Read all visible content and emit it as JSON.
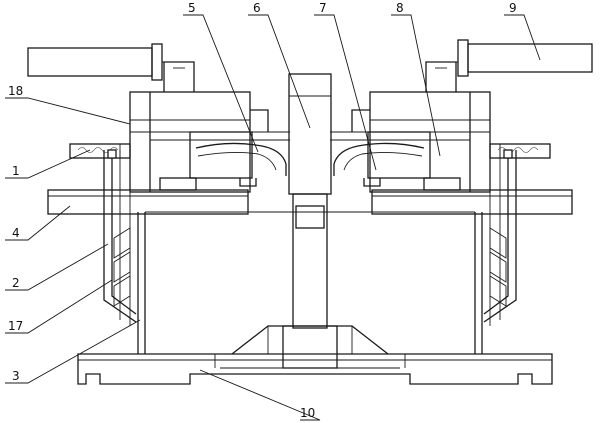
{
  "figure": {
    "labels": [
      {
        "id": "part-1",
        "text": "1"
      },
      {
        "id": "part-2",
        "text": "2"
      },
      {
        "id": "part-3",
        "text": "3"
      },
      {
        "id": "part-4",
        "text": "4"
      },
      {
        "id": "part-5",
        "text": "5"
      },
      {
        "id": "part-6",
        "text": "6"
      },
      {
        "id": "part-7",
        "text": "7"
      },
      {
        "id": "part-8",
        "text": "8"
      },
      {
        "id": "part-9",
        "text": "9"
      },
      {
        "id": "part-10",
        "text": "10"
      },
      {
        "id": "part-17",
        "text": "17"
      },
      {
        "id": "part-18",
        "text": "18"
      }
    ]
  }
}
